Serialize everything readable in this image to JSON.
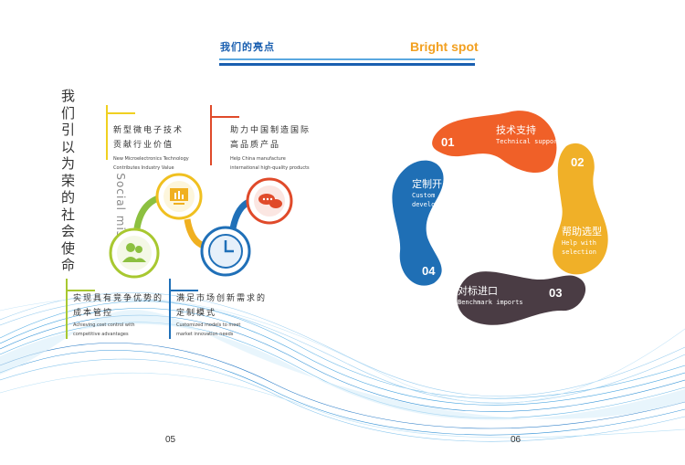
{
  "header": {
    "title_cn": "我们的亮点",
    "title_en": "Bright spot"
  },
  "left": {
    "vertical_title": "我们引以为荣的社会使命",
    "subtitle": "Social mission",
    "blocks": [
      {
        "cn1": "新型微电子技术",
        "cn2": "贡献行业价值",
        "en1": "New Microelectronics Technology",
        "en2": "Contributes Industry Value",
        "color": "#f0d020"
      },
      {
        "cn1": "助力中国制造国际",
        "cn2": "高品质产品",
        "en1": "Help China manufacture",
        "en2": "international high-quality products",
        "color": "#e04a2a"
      },
      {
        "cn1": "实现具有竞争优势的",
        "cn2": "成本管控",
        "en1": "Achieving cost control with",
        "en2": "competitive advantages",
        "color": "#a8c830"
      },
      {
        "cn1": "满足市场创新需求的",
        "cn2": "定制模式",
        "en1": "Customized models to meet",
        "en2": "market innovation needs",
        "color": "#2070b8"
      }
    ],
    "page": "05"
  },
  "right": {
    "petals": [
      {
        "num": "01",
        "cn": "技术支持",
        "en": "Technical support",
        "color": "#f06028"
      },
      {
        "num": "02",
        "cn": "帮助选型",
        "en1": "Help with",
        "en2": "selection",
        "color": "#f0b028"
      },
      {
        "num": "03",
        "cn": "对标进口",
        "en": "Benchmark imports",
        "color": "#4a3c44"
      },
      {
        "num": "04",
        "cn": "定制开发",
        "en1": "Custom",
        "en2": "development",
        "color": "#1f6fb5"
      }
    ],
    "page": "06"
  }
}
